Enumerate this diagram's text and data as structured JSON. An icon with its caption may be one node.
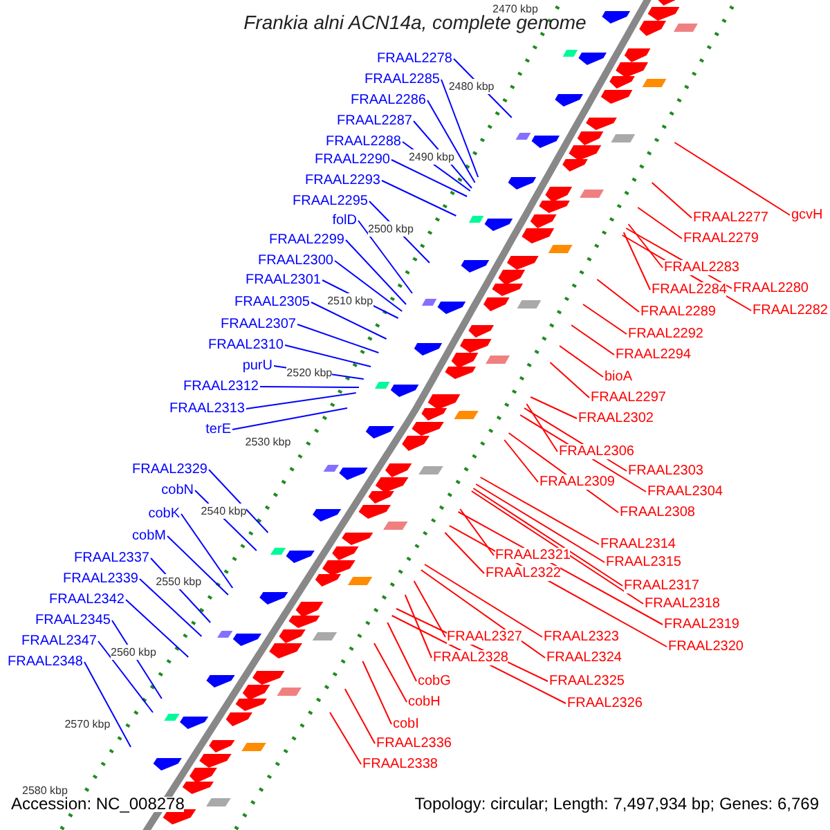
{
  "diagram": {
    "title": "Frankia alni ACN14a, complete genome",
    "nodes": [
      {
        "text": [
          "FRAAL2278"
        ]
      },
      {
        "text": [
          "FRAAL2285"
        ]
      },
      {
        "text": [
          "FRAAL2286"
        ]
      },
      {
        "text": [
          "FRAAL2287"
        ]
      },
      {
        "text": [
          "FRAAL2288"
        ]
      },
      {
        "text": [
          "FRAAL2290"
        ]
      },
      {
        "text": [
          "FRAAL2293"
        ]
      },
      {
        "text": [
          "FRAAL2295"
        ]
      },
      {
        "text": [
          "folD"
        ]
      },
      {
        "text": [
          "FRAAL2299"
        ]
      },
      {
        "text": [
          "FRAAL2300"
        ]
      },
      {
        "text": [
          "FRAAL2301"
        ]
      },
      {
        "text": [
          "FRAAL2305"
        ]
      },
      {
        "text": [
          "FRAAL2307"
        ]
      },
      {
        "text": [
          "FRAAL2310"
        ]
      },
      {
        "text": [
          "purU"
        ]
      },
      {
        "text": [
          "FRAAL2312"
        ]
      },
      {
        "text": [
          "FRAAL2313"
        ]
      },
      {
        "text": [
          "terE"
        ]
      },
      {
        "text": [
          "FRAAL2329"
        ]
      },
      {
        "text": [
          "cobN"
        ]
      },
      {
        "text": [
          "cobK"
        ]
      },
      {
        "text": [
          "cobM"
        ]
      },
      {
        "text": [
          "FRAAL2337"
        ]
      },
      {
        "text": [
          "FRAAL2339"
        ]
      },
      {
        "text": [
          "FRAAL2342"
        ]
      },
      {
        "text": [
          "FRAAL2345"
        ]
      },
      {
        "text": [
          "FRAAL2347"
        ]
      },
      {
        "text": [
          "FRAAL2348"
        ]
      },
      {
        "text": [
          "gcvH"
        ]
      },
      {
        "text": [
          "FRAAL2277"
        ]
      },
      {
        "text": [
          "FRAAL2279"
        ]
      },
      {
        "text": [
          "FRAAL2283"
        ]
      },
      {
        "text": [
          "FRAAL2280"
        ]
      },
      {
        "text": [
          "FRAAL2284"
        ]
      },
      {
        "text": [
          "FRAAL2282"
        ]
      },
      {
        "text": [
          "FRAAL2289"
        ]
      },
      {
        "text": [
          "FRAAL2292"
        ]
      },
      {
        "text": [
          "FRAAL2294"
        ]
      },
      {
        "text": [
          "bioA"
        ]
      },
      {
        "text": [
          "FRAAL2297"
        ]
      },
      {
        "text": [
          "FRAAL2302"
        ]
      },
      {
        "text": [
          "FRAAL2306"
        ]
      },
      {
        "text": [
          "FRAAL2303"
        ]
      },
      {
        "text": [
          "FRAAL2304"
        ]
      },
      {
        "text": [
          "FRAAL2309"
        ]
      },
      {
        "text": [
          "FRAAL2308"
        ]
      },
      {
        "text": [
          "FRAAL2314"
        ]
      },
      {
        "text": [
          "FRAAL2315"
        ]
      },
      {
        "text": [
          "FRAAL2321"
        ]
      },
      {
        "text": [
          "FRAAL2317"
        ]
      },
      {
        "text": [
          "FRAAL2322"
        ]
      },
      {
        "text": [
          "FRAAL2318"
        ]
      },
      {
        "text": [
          "FRAAL2319"
        ]
      },
      {
        "text": [
          "FRAAL2320"
        ]
      },
      {
        "text": [
          "FRAAL2323"
        ]
      },
      {
        "text": [
          "FRAAL2327"
        ]
      },
      {
        "text": [
          "FRAAL2324"
        ]
      },
      {
        "text": [
          "FRAAL2328"
        ]
      },
      {
        "text": [
          "FRAAL2325"
        ]
      },
      {
        "text": [
          "FRAAL2326"
        ]
      },
      {
        "text": [
          "cobG"
        ]
      },
      {
        "text": [
          "cobH"
        ]
      },
      {
        "text": [
          "cobI"
        ]
      },
      {
        "text": [
          "FRAAL2336"
        ]
      },
      {
        "text": [
          "FRAAL2338"
        ]
      }
    ],
    "edges": [
      {
        "from": 0,
        "to": null,
        "arrow": "none",
        "color": "#0000ff"
      },
      {
        "from": 1,
        "to": null,
        "arrow": "none",
        "color": "#0000ff"
      },
      {
        "from": 2,
        "to": null,
        "arrow": "none",
        "color": "#0000ff"
      },
      {
        "from": 3,
        "to": null,
        "arrow": "none",
        "color": "#0000ff"
      },
      {
        "from": 4,
        "to": null,
        "arrow": "none",
        "color": "#0000ff"
      },
      {
        "from": 5,
        "to": null,
        "arrow": "none",
        "color": "#0000ff"
      },
      {
        "from": 6,
        "to": null,
        "arrow": "none",
        "color": "#0000ff"
      },
      {
        "from": 7,
        "to": null,
        "arrow": "none",
        "color": "#0000ff"
      },
      {
        "from": 8,
        "to": null,
        "arrow": "none",
        "color": "#0000ff"
      },
      {
        "from": 9,
        "to": null,
        "arrow": "none",
        "color": "#0000ff"
      },
      {
        "from": 10,
        "to": null,
        "arrow": "none",
        "color": "#0000ff"
      },
      {
        "from": 11,
        "to": null,
        "arrow": "none",
        "color": "#0000ff"
      },
      {
        "from": 12,
        "to": null,
        "arrow": "none",
        "color": "#0000ff"
      },
      {
        "from": 13,
        "to": null,
        "arrow": "none",
        "color": "#0000ff"
      },
      {
        "from": 14,
        "to": null,
        "arrow": "none",
        "color": "#0000ff"
      },
      {
        "from": 15,
        "to": null,
        "arrow": "none",
        "color": "#0000ff"
      },
      {
        "from": 16,
        "to": null,
        "arrow": "none",
        "color": "#0000ff"
      },
      {
        "from": 17,
        "to": null,
        "arrow": "none",
        "color": "#0000ff"
      },
      {
        "from": 18,
        "to": null,
        "arrow": "none",
        "color": "#0000ff"
      },
      {
        "from": 19,
        "to": null,
        "arrow": "none",
        "color": "#0000ff"
      },
      {
        "from": 20,
        "to": null,
        "arrow": "none",
        "color": "#0000ff"
      },
      {
        "from": 21,
        "to": null,
        "arrow": "none",
        "color": "#0000ff"
      },
      {
        "from": 22,
        "to": null,
        "arrow": "none",
        "color": "#0000ff"
      },
      {
        "from": 23,
        "to": null,
        "arrow": "none",
        "color": "#0000ff"
      },
      {
        "from": 24,
        "to": null,
        "arrow": "none",
        "color": "#0000ff"
      },
      {
        "from": 25,
        "to": null,
        "arrow": "none",
        "color": "#0000ff"
      },
      {
        "from": 26,
        "to": null,
        "arrow": "none",
        "color": "#0000ff"
      },
      {
        "from": 27,
        "to": null,
        "arrow": "none",
        "color": "#0000ff"
      },
      {
        "from": 28,
        "to": null,
        "arrow": "none",
        "color": "#0000ff"
      },
      {
        "from": 29,
        "to": null,
        "arrow": "none"
      },
      {
        "from": 30,
        "to": null,
        "arrow": "none"
      },
      {
        "from": 31,
        "to": null,
        "arrow": "none"
      },
      {
        "from": 32,
        "to": null,
        "arrow": "none"
      },
      {
        "from": 33,
        "to": null,
        "arrow": "none"
      },
      {
        "from": 34,
        "to": null,
        "arrow": "none"
      },
      {
        "from": 35,
        "to": null,
        "arrow": "none"
      },
      {
        "from": 36,
        "to": null,
        "arrow": "none"
      },
      {
        "from": 37,
        "to": null,
        "arrow": "none"
      },
      {
        "from": 38,
        "to": null,
        "arrow": "none"
      },
      {
        "from": 39,
        "to": null,
        "arrow": "none"
      },
      {
        "from": 40,
        "to": null,
        "arrow": "none"
      },
      {
        "from": 41,
        "to": null,
        "arrow": "none"
      },
      {
        "from": 42,
        "to": null,
        "arrow": "none"
      },
      {
        "from": 43,
        "to": null,
        "arrow": "none"
      },
      {
        "from": 44,
        "to": null,
        "arrow": "none"
      },
      {
        "from": 45,
        "to": null,
        "arrow": "none"
      },
      {
        "from": 46,
        "to": null,
        "arrow": "none"
      },
      {
        "from": 47,
        "to": null,
        "arrow": "none"
      },
      {
        "from": 48,
        "to": null,
        "arrow": "none"
      },
      {
        "from": 49,
        "to": null,
        "arrow": "none"
      },
      {
        "from": 50,
        "to": null,
        "arrow": "none"
      },
      {
        "from": 51,
        "to": null,
        "arrow": "none"
      },
      {
        "from": 52,
        "to": null,
        "arrow": "none"
      },
      {
        "from": 53,
        "to": null,
        "arrow": "none"
      },
      {
        "from": 54,
        "to": null,
        "arrow": "none"
      },
      {
        "from": 55,
        "to": null,
        "arrow": "none"
      },
      {
        "from": 56,
        "to": null,
        "arrow": "none"
      },
      {
        "from": 57,
        "to": null,
        "arrow": "none"
      },
      {
        "from": 58,
        "to": null,
        "arrow": "none"
      },
      {
        "from": 59,
        "to": null,
        "arrow": "none"
      },
      {
        "from": 60,
        "to": null,
        "arrow": "none"
      },
      {
        "from": 61,
        "to": null,
        "arrow": "none"
      },
      {
        "from": 62,
        "to": null,
        "arrow": "none"
      },
      {
        "from": 63,
        "to": null,
        "arrow": "none"
      },
      {
        "from": 64,
        "to": null,
        "arrow": "none"
      },
      {
        "from": 65,
        "to": null,
        "arrow": "none"
      }
    ],
    "labels": [
      "2470 kbp",
      "2480 kbp",
      "2490 kbp",
      "2500 kbp",
      "2510 kbp",
      "2520 kbp",
      "2530 kbp",
      "2540 kbp",
      "2550 kbp",
      "2560 kbp",
      "2570 kbp",
      "2580 kbp",
      "Accession: NC_008278",
      "Topology: circular; Length: 7,497,934 bp; Genes: 6,769"
    ]
  }
}
